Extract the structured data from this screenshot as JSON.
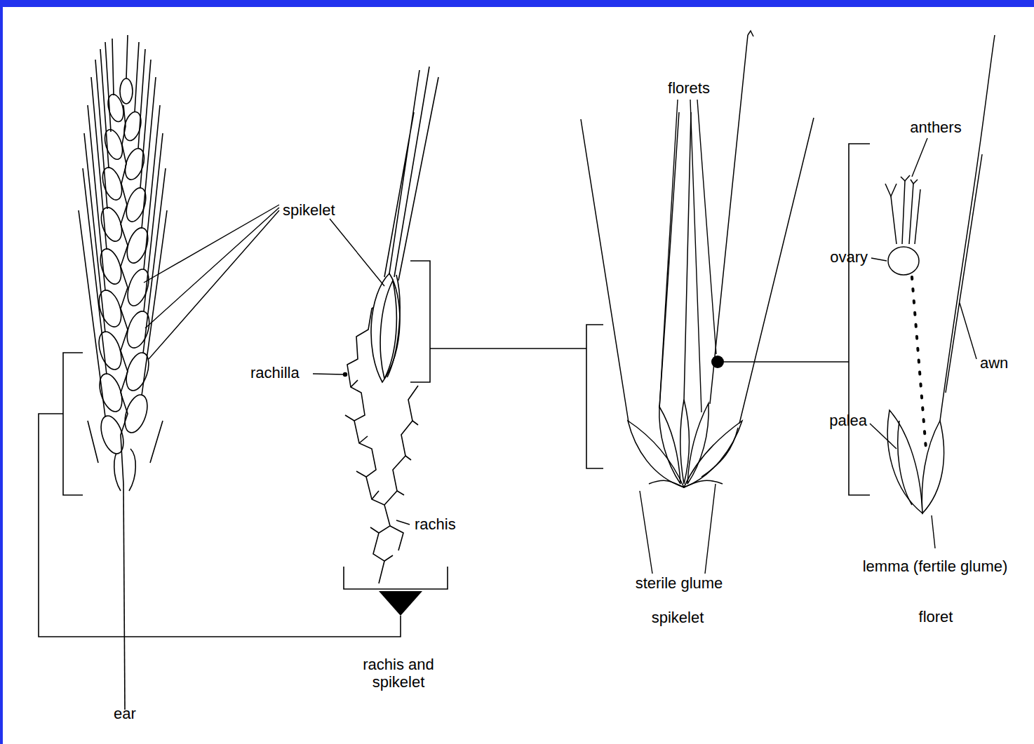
{
  "diagram": {
    "labels": [
      "spikelet",
      "rachilla",
      "rachis",
      "rachis and spikelet",
      "ear",
      "florets",
      "sterile glume",
      "spikelet",
      "anthers",
      "ovary",
      "awn",
      "palea",
      "lemma (fertile glume)",
      "floret"
    ]
  }
}
